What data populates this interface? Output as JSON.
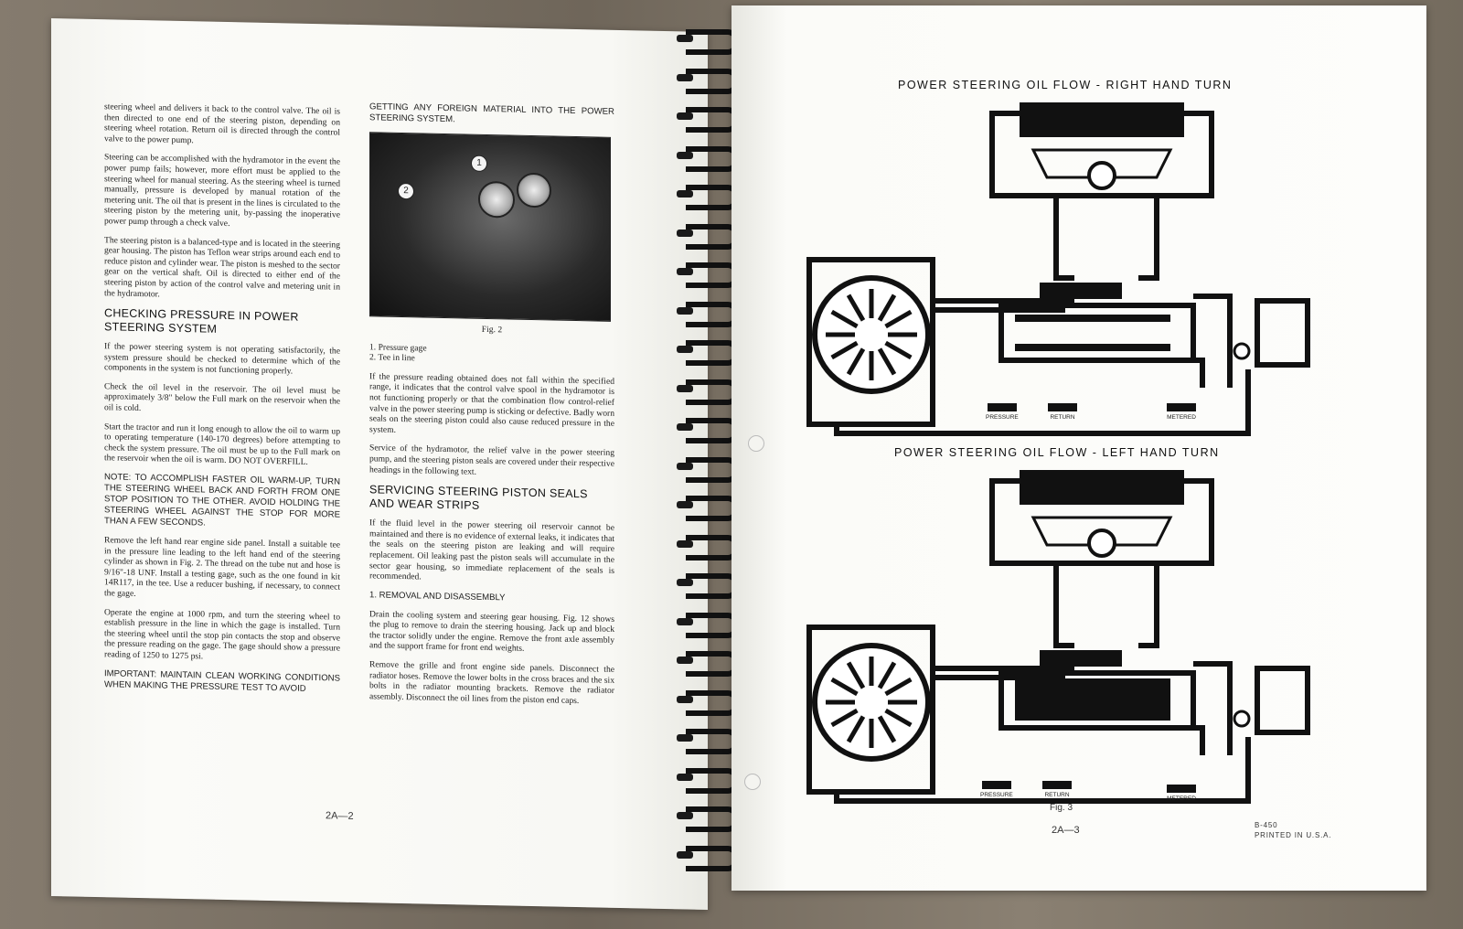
{
  "left_page": {
    "col1": {
      "p1": "steering wheel and delivers it back to the control valve. The oil is then directed to one end of the steering piston, depending on steering wheel rotation. Return oil is directed through the control valve to the power pump.",
      "p2": "Steering can be accomplished with the hydramotor in the event the power pump fails; however, more effort must be applied to the steering wheel for manual steering. As the steering wheel is turned manually, pressure is developed by manual rotation of the metering unit. The oil that is present in the lines is circulated to the steering piston by the metering unit, by-passing the inoperative power pump through a check valve.",
      "p3": "The steering piston is a balanced-type and is located in the steering gear housing. The piston has Teflon wear strips around each end to reduce piston and cylinder wear. The piston is meshed to the sector gear on the vertical shaft. Oil is directed to either end of the steering piston by action of the control valve and metering unit in the hydramotor.",
      "heading": "CHECKING PRESSURE IN POWER STEERING SYSTEM",
      "p4": "If the power steering system is not operating satisfactorily, the system pressure should be checked to determine which of the components in the system is not functioning properly.",
      "p5": "Check the oil level in the reservoir. The oil level must be approximately 3/8\" below the Full mark on the reservoir when the oil is cold.",
      "p6": "Start the tractor and run it long enough to allow the oil to warm up to operating temperature (140-170 degrees) before attempting to check the system pressure. The oil must be up to the Full mark on the reservoir when the oil is warm. DO NOT OVERFILL.",
      "note": "NOTE: TO ACCOMPLISH FASTER OIL WARM-UP, TURN THE STEERING WHEEL BACK AND FORTH FROM ONE STOP POSITION TO THE OTHER. AVOID HOLDING THE STEERING WHEEL AGAINST THE STOP FOR MORE THAN A FEW SECONDS.",
      "p7": "Remove the left hand rear engine side panel. Install a suitable tee in the pressure line leading to the left hand end of the steering cylinder as shown in Fig. 2. The thread on the tube nut and hose is 9/16\"-18 UNF. Install a testing gage, such as the one found in kit 14R117, in the tee. Use a reducer bushing, if necessary, to connect the gage.",
      "p8": "Operate the engine at 1000 rpm, and turn the steering wheel to establish pressure in the line in which the gage is installed. Turn the steering wheel until the stop pin contacts the stop and observe the pressure reading on the gage. The gage should show a pressure reading of 1250 to 1275 psi.",
      "important": "IMPORTANT: MAINTAIN CLEAN WORKING CONDITIONS WHEN MAKING THE PRESSURE TEST TO AVOID"
    },
    "col2": {
      "p1": "GETTING ANY FOREIGN MATERIAL INTO THE POWER STEERING SYSTEM.",
      "callout1": "1",
      "callout2": "2",
      "fig_caption": "Fig. 2",
      "list1": "1.  Pressure gage",
      "list2": "2.  Tee in line",
      "p2": "If the pressure reading obtained does not fall within the specified range, it indicates that the control valve spool in the hydramotor is not functioning properly or that the combination flow control-relief valve in the power steering pump is sticking or defective. Badly worn seals on the steering piston could also cause reduced pressure in the system.",
      "p3": "Service of the hydramotor, the relief valve in the power steering pump, and the steering piston seals are covered under their respective headings in the following text.",
      "heading": "SERVICING STEERING PISTON SEALS AND WEAR STRIPS",
      "p4": "If the fluid level in the power steering oil reservoir cannot be maintained and there is no evidence of external leaks, it indicates that the seals on the steering piston are leaking and will require replacement. Oil leaking past the piston seals will accumulate in the sector gear housing, so immediate replacement of the seals is recommended.",
      "subheading": "1.  REMOVAL AND DISASSEMBLY",
      "p5": "Drain the cooling system and steering gear housing. Fig. 12 shows the plug to remove to drain the steering housing. Jack up and block the tractor solidly under the engine. Remove the front axle assembly and the support frame for front end weights.",
      "p6": "Remove the grille and front engine side panels. Disconnect the radiator hoses. Remove the lower bolts in the cross braces and the six bolts in the radiator mounting brackets. Remove the radiator assembly. Disconnect the oil lines from the piston end caps."
    },
    "page_number": "2A—2"
  },
  "right_page": {
    "diagram1_title": "POWER STEERING OIL FLOW - RIGHT HAND TURN",
    "diagram2_title": "POWER STEERING OIL FLOW - LEFT HAND TURN",
    "legend": {
      "pressure": "PRESSURE",
      "return": "RETURN",
      "metered": "METERED"
    },
    "fig_caption": "Fig. 3",
    "page_number": "2A—3",
    "form_code": "B-450",
    "printed": "PRINTED IN U.S.A."
  }
}
